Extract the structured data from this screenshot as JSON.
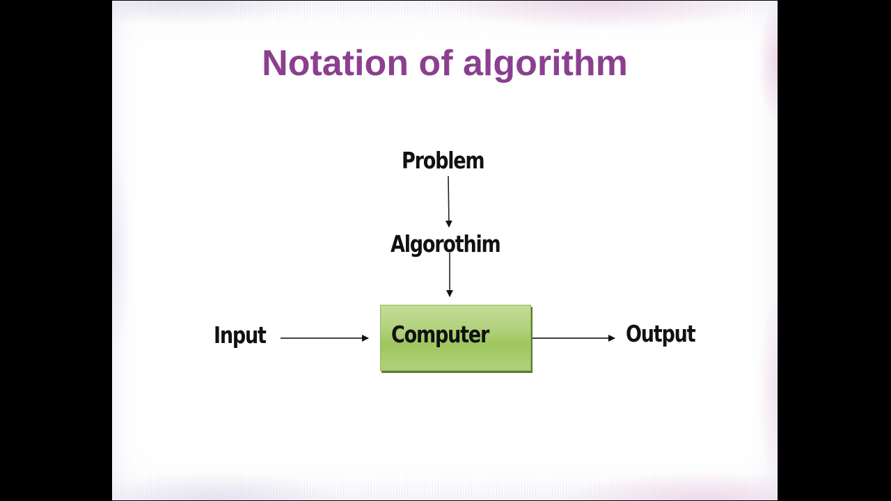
{
  "slide": {
    "title": "Notation of algorithm",
    "title_color": "#8b3f8f",
    "background": "white with light pink/lavender mesh pattern at edges"
  },
  "diagram": {
    "nodes": {
      "problem": "Problem",
      "algorithm": "Algorothim",
      "input": "Input",
      "computer": "Computer",
      "output": "Output"
    },
    "computer_box_color": "#a9cc6e",
    "edges": [
      {
        "from": "Problem",
        "to": "Algorothim",
        "direction": "down"
      },
      {
        "from": "Algorothim",
        "to": "Computer",
        "direction": "down"
      },
      {
        "from": "Input",
        "to": "Computer",
        "direction": "right"
      },
      {
        "from": "Computer",
        "to": "Output",
        "direction": "right"
      }
    ]
  }
}
